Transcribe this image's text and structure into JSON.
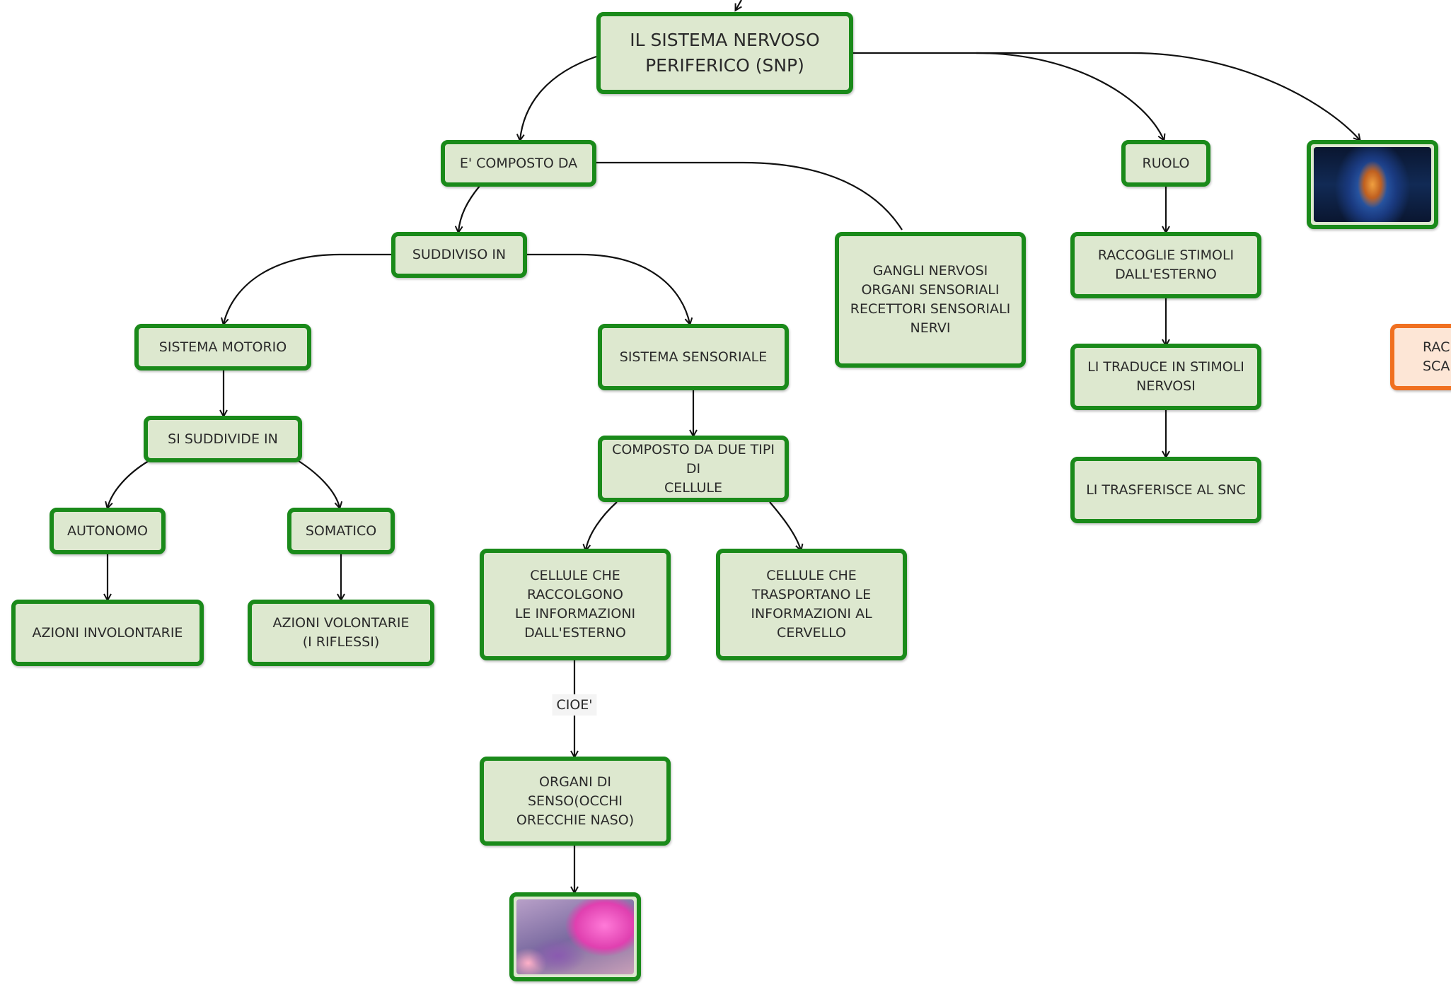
{
  "nodes": {
    "root": "IL SISTEMA NERVOSO\nPERIFERICO (SNP)",
    "composto": "E' COMPOSTO DA",
    "suddiviso": "SUDDIVISO IN",
    "gangli": "GANGLI NERVOSI\nORGANI SENSORIALI\nRECETTORI SENSORIALI\nNERVI",
    "ruolo": "RUOLO",
    "raccoglie": "RACCOGLIE STIMOLI\nDALL'ESTERNO",
    "traduce": "LI TRADUCE IN STIMOLI\nNERVOSI",
    "trasferisce": "LI TRASFERISCE AL SNC",
    "motorio": "SISTEMA MOTORIO",
    "sensoriale": "SISTEMA SENSORIALE",
    "si_suddivide": "SI SUDDIVIDE IN",
    "autonomo": "AUTONOMO",
    "somatico": "SOMATICO",
    "involontarie": "AZIONI INVOLONTARIE",
    "volontarie": "AZIONI VOLONTARIE\n(I RIFLESSI)",
    "due_tipi": "COMPOSTO DA DUE TIPI DI\nCELLULE",
    "cellule_raccolgono": "CELLULE CHE RACCOLGONO\nLE INFORMAZIONI\nDALL'ESTERNO",
    "cellule_trasportano": "CELLULE CHE\nTRASPORTANO LE\nINFORMAZIONI AL\nCERVELLO",
    "organi_senso": "ORGANI DI SENSO(OCCHI\nORECCHIE NASO)",
    "partial_orange": "RAC\nSCA"
  },
  "edge_labels": {
    "cioe": "CIOE'"
  },
  "colors": {
    "node_fill": "#dde8cf",
    "node_border": "#1a8a1a",
    "accent_orange": "#f07020",
    "line": "#111111"
  }
}
